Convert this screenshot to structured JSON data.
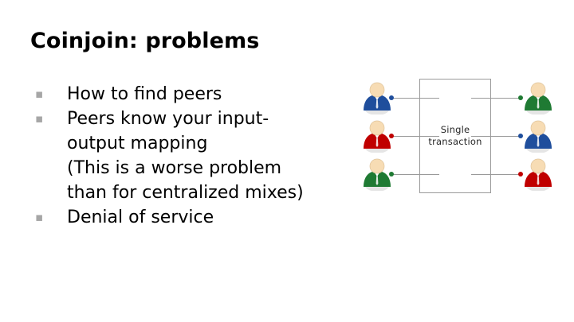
{
  "slide": {
    "title": "Coinjoin: problems",
    "bullet_marker": "▪",
    "bullets": [
      {
        "lines": [
          "How to find peers"
        ]
      },
      {
        "lines": [
          "Peers know your input-",
          "output mapping",
          "(This is a worse problem",
          "than for centralized mixes)"
        ]
      },
      {
        "lines": [
          "Denial of service"
        ]
      }
    ]
  },
  "diagram": {
    "box_label_line1": "Single",
    "box_label_line2": "transaction",
    "rows": [
      {
        "left_color": "#1f4e9c",
        "right_color": "#1f7a33"
      },
      {
        "left_color": "#c00000",
        "right_color": "#1f4e9c"
      },
      {
        "left_color": "#1f7a33",
        "right_color": "#c00000"
      }
    ],
    "colors": {
      "blue": "#1f4e9c",
      "red": "#c00000",
      "green": "#1f7a33",
      "skin": "#f7dcb4",
      "line": "#9a9a9a",
      "bullet_gray": "#a6a6a6",
      "text": "#000000"
    }
  }
}
